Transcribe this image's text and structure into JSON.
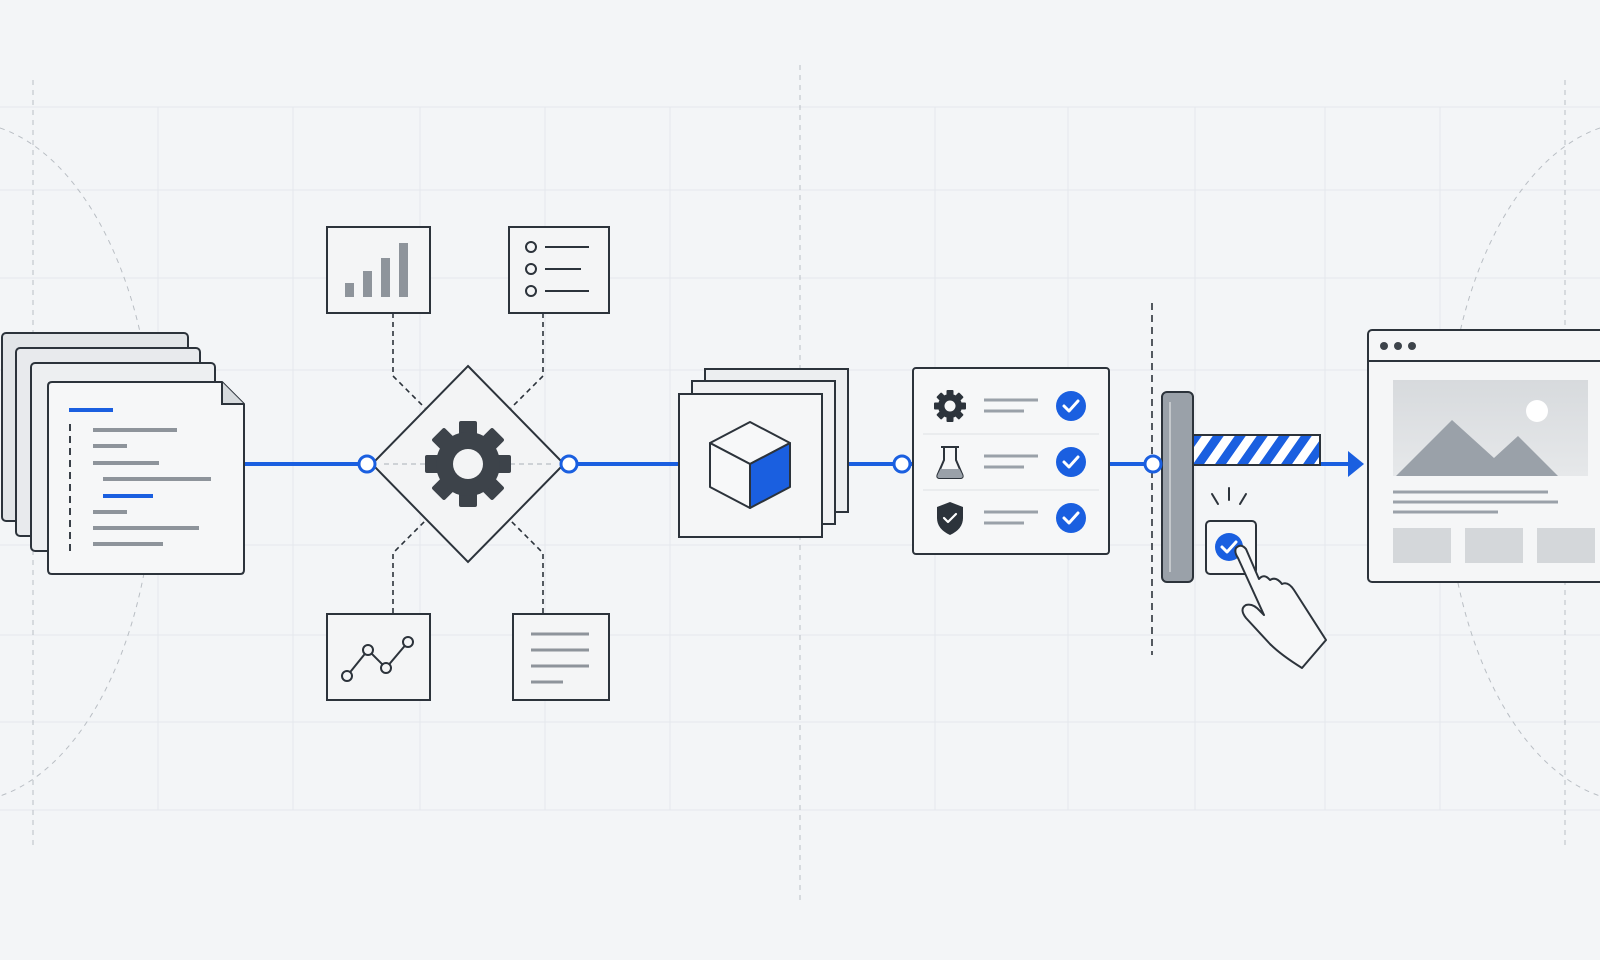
{
  "diagram": {
    "type": "pipeline-flow",
    "stages": [
      {
        "id": "source-code",
        "icon": "code-document-stack-icon"
      },
      {
        "id": "build",
        "icon": "gear-icon",
        "satellites": [
          "bar-chart-icon",
          "checklist-icon",
          "line-chart-icon",
          "text-document-icon"
        ]
      },
      {
        "id": "artifact",
        "icon": "cube-package-icon"
      },
      {
        "id": "checks",
        "icon": "checklist-panel-icon",
        "items": [
          {
            "icon": "gear-icon",
            "status": "passed"
          },
          {
            "icon": "flask-icon",
            "status": "passed"
          },
          {
            "icon": "shield-icon",
            "status": "passed"
          }
        ]
      },
      {
        "id": "approval-gate",
        "icon": "barrier-gate-icon",
        "action": "approve-click-icon"
      },
      {
        "id": "deployment",
        "icon": "browser-window-icon"
      }
    ]
  },
  "colors": {
    "background": "#f3f5f7",
    "accent": "#1a5fe0",
    "stroke": "#2c333b",
    "panel": "#f7f8f9",
    "muted": "#9aa1a9",
    "dark_gray": "#3d434a"
  }
}
